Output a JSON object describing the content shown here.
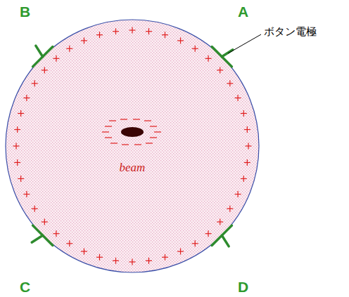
{
  "diagram": {
    "labels": [
      "B",
      "A",
      "ボタン電極",
      "beam",
      "C",
      "D"
    ]
  }
}
